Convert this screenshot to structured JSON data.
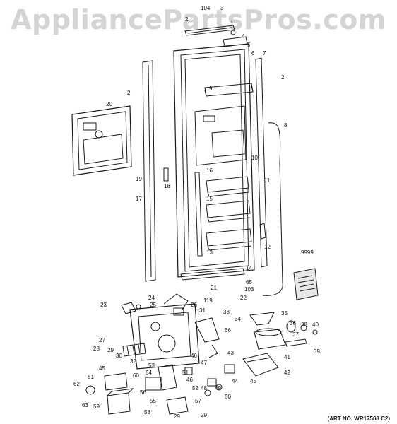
{
  "watermark": "AppliancePartsPros.com",
  "art_number": "(ART NO. WR17568 C2)",
  "callouts": [
    {
      "id": "c104",
      "text": "104"
    },
    {
      "id": "c3",
      "text": "3"
    },
    {
      "id": "c1",
      "text": "1"
    },
    {
      "id": "c2a",
      "text": "2"
    },
    {
      "id": "c4",
      "text": "4"
    },
    {
      "id": "c5",
      "text": "5"
    },
    {
      "id": "c6",
      "text": "6"
    },
    {
      "id": "c7",
      "text": "7"
    },
    {
      "id": "c2b",
      "text": "2"
    },
    {
      "id": "c2c",
      "text": "2"
    },
    {
      "id": "c9",
      "text": "9"
    },
    {
      "id": "c20",
      "text": "20"
    },
    {
      "id": "c8",
      "text": "8"
    },
    {
      "id": "c10",
      "text": "10"
    },
    {
      "id": "c16",
      "text": "16"
    },
    {
      "id": "c11",
      "text": "11"
    },
    {
      "id": "c19",
      "text": "19"
    },
    {
      "id": "c18",
      "text": "18"
    },
    {
      "id": "c15",
      "text": "15"
    },
    {
      "id": "c17",
      "text": "17"
    },
    {
      "id": "c12",
      "text": "12"
    },
    {
      "id": "c13",
      "text": "13"
    },
    {
      "id": "c9999",
      "text": "9999"
    },
    {
      "id": "c14",
      "text": "14"
    },
    {
      "id": "c65",
      "text": "65"
    },
    {
      "id": "c21",
      "text": "21"
    },
    {
      "id": "c103",
      "text": "103"
    },
    {
      "id": "c22",
      "text": "22"
    },
    {
      "id": "c119",
      "text": "119"
    },
    {
      "id": "c24",
      "text": "24"
    },
    {
      "id": "c23",
      "text": "23"
    },
    {
      "id": "c25",
      "text": "25"
    },
    {
      "id": "c26",
      "text": "26"
    },
    {
      "id": "c31",
      "text": "31"
    },
    {
      "id": "c33",
      "text": "33"
    },
    {
      "id": "c34",
      "text": "34"
    },
    {
      "id": "c35",
      "text": "35"
    },
    {
      "id": "c36",
      "text": "36"
    },
    {
      "id": "c38",
      "text": "38"
    },
    {
      "id": "c40",
      "text": "40"
    },
    {
      "id": "c66",
      "text": "66"
    },
    {
      "id": "c37",
      "text": "37"
    },
    {
      "id": "c39",
      "text": "39"
    },
    {
      "id": "c27",
      "text": "27"
    },
    {
      "id": "c28",
      "text": "28"
    },
    {
      "id": "c29a",
      "text": "29"
    },
    {
      "id": "c30",
      "text": "30"
    },
    {
      "id": "c32",
      "text": "32"
    },
    {
      "id": "c41",
      "text": "41"
    },
    {
      "id": "c43",
      "text": "43"
    },
    {
      "id": "c46a",
      "text": "46"
    },
    {
      "id": "c47",
      "text": "47"
    },
    {
      "id": "c45a",
      "text": "45"
    },
    {
      "id": "c60",
      "text": "60"
    },
    {
      "id": "c53",
      "text": "53"
    },
    {
      "id": "c54",
      "text": "54"
    },
    {
      "id": "c51",
      "text": "51"
    },
    {
      "id": "c46b",
      "text": "46"
    },
    {
      "id": "c42",
      "text": "42"
    },
    {
      "id": "c61",
      "text": "61"
    },
    {
      "id": "c44",
      "text": "44"
    },
    {
      "id": "c45b",
      "text": "45"
    },
    {
      "id": "c62",
      "text": "62"
    },
    {
      "id": "c56",
      "text": "56"
    },
    {
      "id": "c52",
      "text": "52"
    },
    {
      "id": "c48",
      "text": "48"
    },
    {
      "id": "c49",
      "text": "49"
    },
    {
      "id": "c50",
      "text": "50"
    },
    {
      "id": "c63",
      "text": "63"
    },
    {
      "id": "c59",
      "text": "59"
    },
    {
      "id": "c55",
      "text": "55"
    },
    {
      "id": "c57",
      "text": "57"
    },
    {
      "id": "c58",
      "text": "58"
    },
    {
      "id": "c29b",
      "text": "29"
    },
    {
      "id": "c29c",
      "text": "29"
    }
  ]
}
